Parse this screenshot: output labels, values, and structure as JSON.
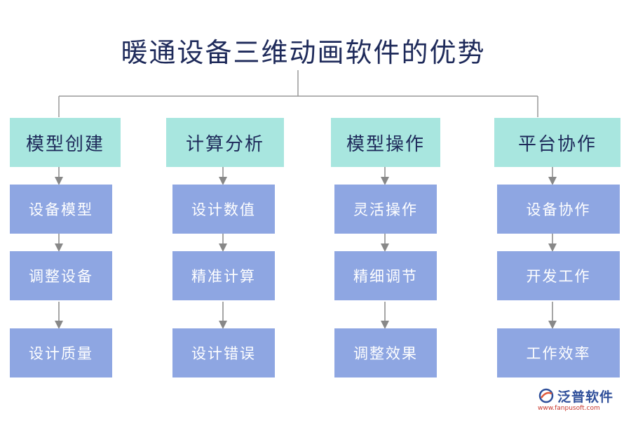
{
  "title": "暖通设备三维动画软件的优势",
  "columns": [
    {
      "header": "模型创建",
      "items": [
        "设备模型",
        "调整设备",
        "设计质量"
      ]
    },
    {
      "header": "计算分析",
      "items": [
        "设计数值",
        "精准计算",
        "设计错误"
      ]
    },
    {
      "header": "模型操作",
      "items": [
        "灵活操作",
        "精细调节",
        "调整效果"
      ]
    },
    {
      "header": "平台协作",
      "items": [
        "设备协作",
        "开发工作",
        "工作效率"
      ]
    }
  ],
  "logo": {
    "name": "泛普软件",
    "url": "www.fanpusoft.com"
  },
  "colors": {
    "header_bg": "#a8e6df",
    "item_bg": "#8ea6e2",
    "title": "#1e2a5a",
    "line": "#999999"
  }
}
